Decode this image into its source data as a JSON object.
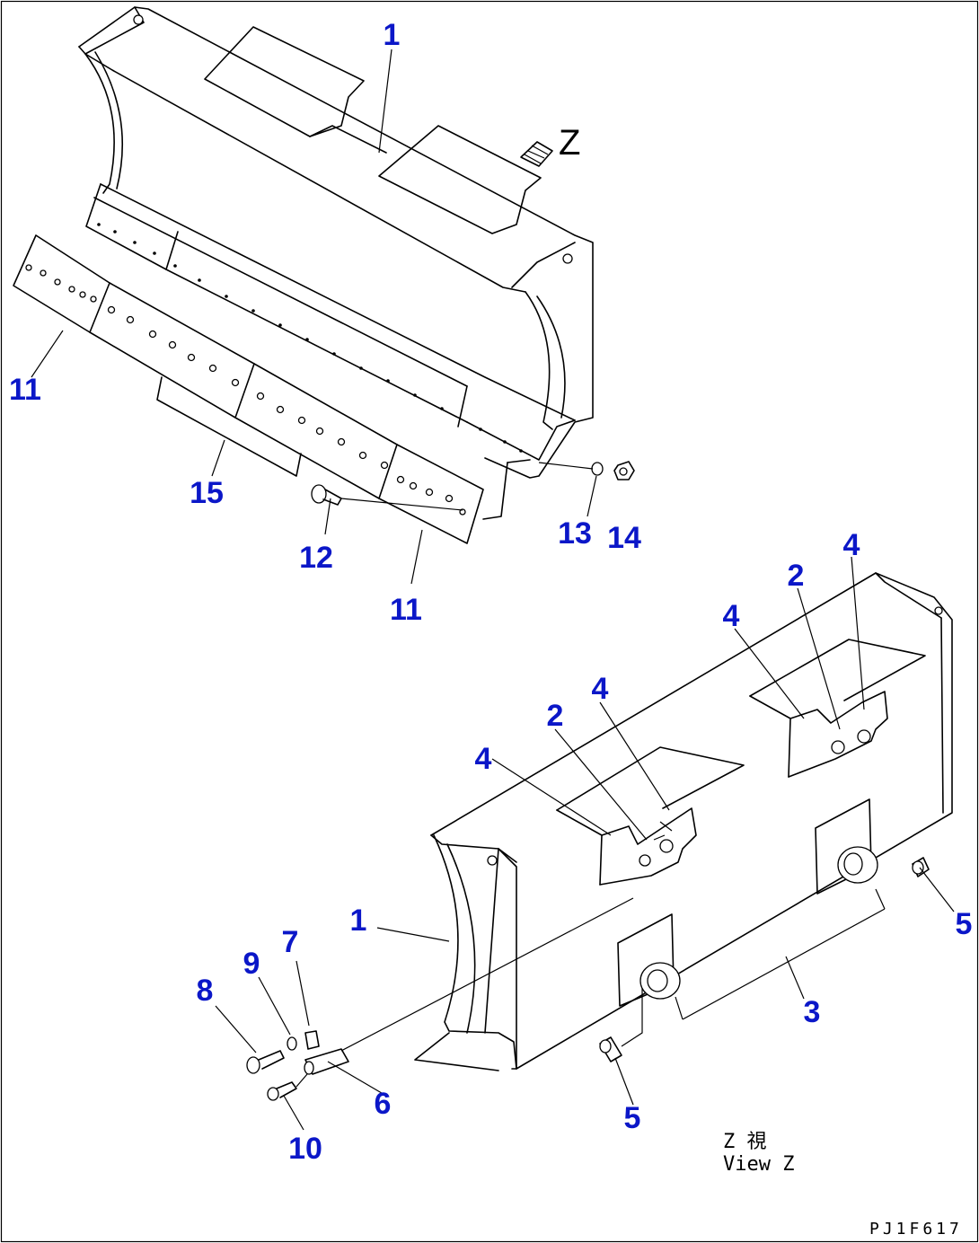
{
  "diagram_code": "PJ1F617",
  "view_label": {
    "jp": "Z 視",
    "en": "View Z"
  },
  "direction_marker": "Z",
  "callouts": {
    "c1_top": "1",
    "c11_left": "11",
    "c15": "15",
    "c12": "12",
    "c11_bottom": "11",
    "c13": "13",
    "c14": "14",
    "c2_right": "2",
    "c4_far_right": "4",
    "c4_mid_right": "4",
    "c4_mid": "4",
    "c2_mid": "2",
    "c4_left": "4",
    "c1_bottom": "1",
    "c7": "7",
    "c9": "9",
    "c8": "8",
    "c5_right": "5",
    "c3": "3",
    "c6": "6",
    "c10": "10",
    "c5_bottom": "5"
  }
}
